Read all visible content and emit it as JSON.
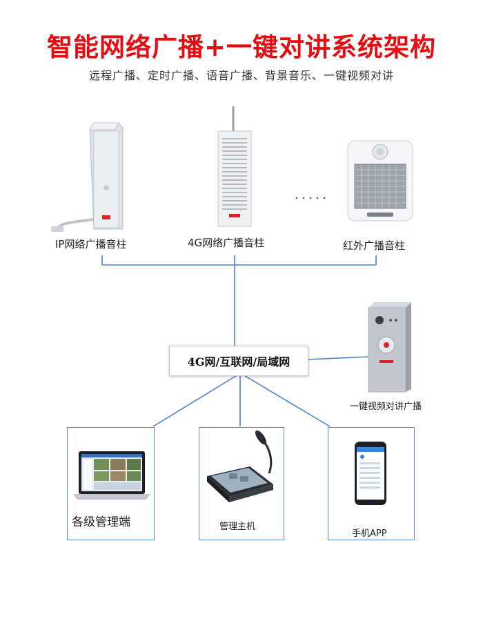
{
  "title": "智能网络广播+一键对讲系统架构",
  "subtitle": "远程广播、定时广播、语音广播、背景音乐、一键视频对讲",
  "colors": {
    "title": "#e60d12",
    "line": "#4a7fd0",
    "box_border": "#5b8cd1"
  },
  "speakers": [
    {
      "label": "IP网络广播音柱",
      "icon": "column-speaker-icon"
    },
    {
      "label": "4G网络广播音柱",
      "icon": "antenna-column-speaker-icon"
    },
    {
      "label": "红外广播音柱",
      "icon": "wall-speaker-icon"
    }
  ],
  "network": {
    "label": "4G网/互联网/局域网"
  },
  "intercom": {
    "label": "一键视频对讲广播",
    "icon": "video-intercom-panel-icon"
  },
  "clients": [
    {
      "label": "各级管理端",
      "icon": "laptop-icon"
    },
    {
      "label": "管理主机",
      "icon": "console-with-mic-icon"
    },
    {
      "label": "手机APP",
      "icon": "smartphone-icon"
    }
  ]
}
